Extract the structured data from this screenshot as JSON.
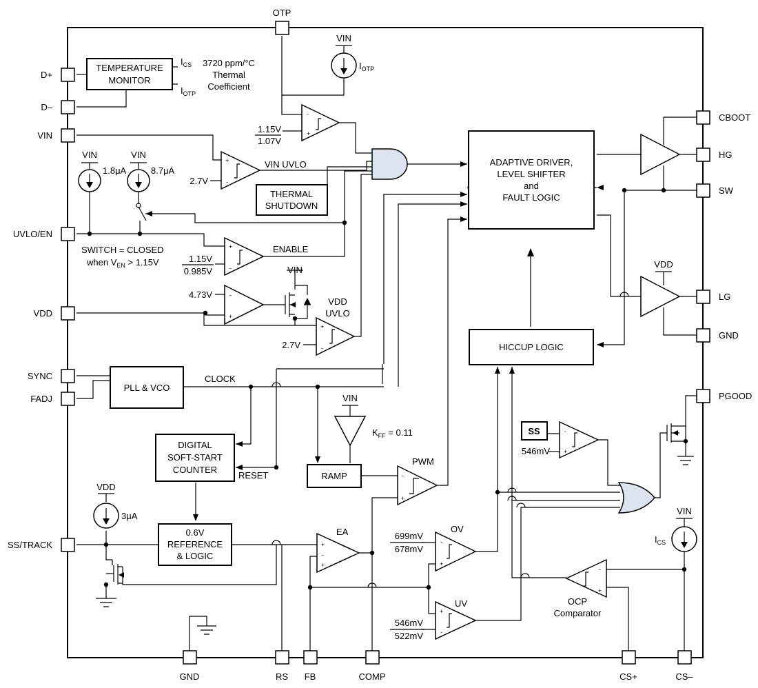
{
  "pins": {
    "otp": "OTP",
    "d_plus": "D+",
    "d_minus": "D–",
    "vin": "VIN",
    "uvlo_en": "UVLO/EN",
    "vdd": "VDD",
    "sync": "SYNC",
    "fadj": "FADJ",
    "ss_track": "SS/TRACK",
    "gnd": "GND",
    "rs": "RS",
    "fb": "FB",
    "comp": "COMP",
    "cs_plus": "CS+",
    "cs_minus": "CS–",
    "cboot": "CBOOT",
    "hg": "HG",
    "sw": "SW",
    "lg": "LG",
    "gnd_right": "GND",
    "pgood": "PGOOD"
  },
  "blocks": {
    "temp_monitor": [
      "TEMPERATURE",
      "MONITOR"
    ],
    "thermal_shutdown": [
      "THERMAL",
      "SHUTDOWN"
    ],
    "adaptive_driver": [
      "ADAPTIVE DRIVER,",
      "LEVEL SHIFTER",
      "and",
      "FAULT LOGIC"
    ],
    "hiccup": "HICCUP LOGIC",
    "pll": "PLL & VCO",
    "soft_start": [
      "DIGITAL",
      "SOFT-START",
      "COUNTER"
    ],
    "reference": [
      "0.6V",
      "REFERENCE",
      "& LOGIC"
    ],
    "ramp": "RAMP",
    "ss": "SS"
  },
  "labels": {
    "ics": "I",
    "ics_sub": "CS",
    "iotp": "I",
    "iotp_sub": "OTP",
    "coeff": [
      "3720 ppm/°C",
      "Thermal",
      "Coefficient"
    ],
    "vin": "VIN",
    "vdd": "VDD",
    "otp_thr_hi": "1.15V",
    "otp_thr_lo": "1.07V",
    "vin_uvlo": "VIN UVLO",
    "v_2_7": "2.7V",
    "i_1_8": "1.8μA",
    "i_8_7": "8.7μA",
    "switch_note1": "SWITCH = CLOSED",
    "switch_note2a": "when V",
    "switch_note2_sub": "EN",
    "switch_note2b": " > 1.15V",
    "enable": "ENABLE",
    "en_thr_hi": "1.15V",
    "en_thr_lo": "0.985V",
    "v_4_73": "4.73V",
    "vdd_uvlo": [
      "VDD",
      "UVLO"
    ],
    "v_2_7_b": "2.7V",
    "clock": "CLOCK",
    "reset": "RESET",
    "kff_k": "K",
    "kff_sub": "FF",
    "kff_val": " = 0.11",
    "pwm": "PWM",
    "i_3ua": "3μA",
    "ea": "EA",
    "ov": "OV",
    "ov_hi": "699mV",
    "ov_lo": "678mV",
    "uv": "UV",
    "uv_hi": "546mV",
    "uv_lo": "522mV",
    "ss_ref": "546mV",
    "ocp": [
      "OCP",
      "Comparator"
    ]
  },
  "colors": {
    "line": "#000000",
    "gate_fill": "#dde3ef"
  }
}
